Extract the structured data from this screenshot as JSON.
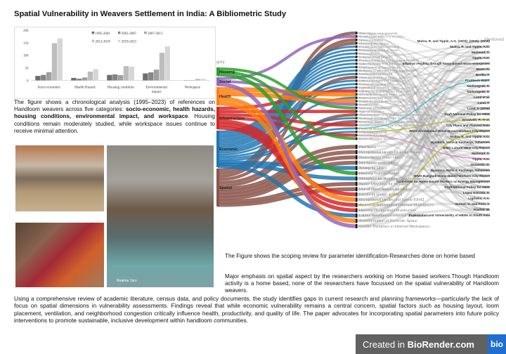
{
  "title": "Spatial Vulnerability in Weavers Settlement in India: A Bibliometric Study",
  "chart_data": {
    "type": "bar",
    "title": "",
    "categories": [
      "Socio economic",
      "Health Hazard",
      "Housing condition",
      "Environmental impact",
      "Workspace"
    ],
    "series": [
      {
        "name": "1995-2001",
        "color": "#6e6e6e",
        "values": [
          18,
          10,
          22,
          28,
          0
        ]
      },
      {
        "name": "2001-2007",
        "color": "#868686",
        "values": [
          22,
          7,
          24,
          32,
          1
        ]
      },
      {
        "name": "2007-2013",
        "color": "#a0a0a0",
        "values": [
          33,
          12,
          21,
          43,
          1
        ]
      },
      {
        "name": "2013-2019",
        "color": "#bdbdbd",
        "values": [
          148,
          35,
          57,
          110,
          6
        ]
      },
      {
        "name": "2019-2023",
        "color": "#d6d6d6",
        "values": [
          167,
          45,
          55,
          135,
          6
        ]
      }
    ],
    "ylim": [
      0,
      200
    ],
    "yticks": [
      "0",
      "50",
      "100",
      "150",
      "200"
    ],
    "legend": "top-right"
  },
  "caption1_prefix": "The figure shows a chronological analysis (1995–2023) of references on Handloom weavers across five categories: ",
  "caption1_bold": "socio-economic, health hazards, housing conditions, environmental impact, and workspace",
  "caption1_suffix": ". Housing conditions remain moderately studied, while workspace issues continue to receive minimal attention.",
  "photo_overlay": "Realme 7pro",
  "sankey": {
    "left_header": "gory",
    "right_header": "Mentioned",
    "colors": {
      "Housing": "#2ca02c",
      "Social": "#9467bd",
      "Health": "#ff7f0e",
      "Infrastructure": "#d62728",
      "Economic": "#1f77b4",
      "Spatial": "#8c564b"
    },
    "categories": [
      "Housing",
      "Social",
      "Health",
      "Infrastructure",
      "Economic",
      "Spatial"
    ],
    "nodes": [
      {
        "label": "Time-Space Arrangements",
        "cat": "Spatial"
      },
      {
        "label": "Social Class Influence on HBEs",
        "cat": "Social"
      },
      {
        "label": "Space Crowding",
        "cat": "Spatial"
      },
      {
        "label": "Net Domestic Space",
        "cat": "Spatial"
      },
      {
        "label": "Income from Subcontracting",
        "cat": "Economic"
      },
      {
        "label": "Professional Work at Home",
        "cat": "Economic"
      },
      {
        "label": "Home Offices",
        "cat": "Economic"
      },
      {
        "label": "Contract Employment",
        "cat": "Economic"
      },
      {
        "label": "Product Range for Home-Based Retailing",
        "cat": "Economic"
      },
      {
        "label": "Sales Revenue from Informal Retail",
        "cat": "Economic"
      },
      {
        "label": "Employment in Spaza Shops",
        "cat": "Economic"
      },
      {
        "label": "Business Challenges in Informal Retail",
        "cat": "Economic"
      },
      {
        "label": "Livelihoods Framework",
        "cat": "Economic"
      },
      {
        "label": "Asset Dimension of Space",
        "cat": "Spatial"
      },
      {
        "label": "Multi-Level Nature of Livelihoods",
        "cat": "Economic"
      },
      {
        "label": "Household Income Sources",
        "cat": "Economic"
      },
      {
        "label": "Agricultural Activities",
        "cat": "Economic"
      },
      {
        "label": "Lighting for Home-Based Workers",
        "cat": "Infrastructure"
      },
      {
        "label": "Occupational Health Risks",
        "cat": "Health"
      },
      {
        "label": "Hours of Primary Work",
        "cat": "Economic"
      },
      {
        "label": "Health Problems due to Work",
        "cat": "Health"
      },
      {
        "label": "Social Group",
        "cat": "Social"
      },
      {
        "label": "Structure of Household",
        "cat": "Housing"
      },
      {
        "label": "Type of Transition",
        "cat": "Infrastructure"
      },
      {
        "label": "Transformation of Spatial Settings in Rural Housing",
        "cat": "Spatial"
      },
      {
        "label": "Seasonal Variation in HBE Activities",
        "cat": "Economic"
      },
      {
        "label": "Economic Impact of Rural HBEs on Housing",
        "cat": "Spatial"
      },
      {
        "label": "Access to Resources for Housing Households",
        "cat": "Infrastructure"
      },
      {
        "label": "Financial Inclusion",
        "cat": "Economic"
      },
      {
        "label": "Adaptation Strategy",
        "cat": "Economic"
      },
      {
        "label": "Access to Electricity",
        "cat": "Infrastructure"
      },
      {
        "label": "Room Allocation for HBEs",
        "cat": "Housing"
      },
      {
        "label": "Plot Sizes",
        "cat": "Spatial"
      },
      {
        "label": "Occupational Health Risks for Women",
        "cat": "Spatial"
      },
      {
        "label": "Gross Space under HBEs",
        "cat": "Spatial"
      },
      {
        "label": "Net Space under HBEs",
        "cat": "Spatial"
      },
      {
        "label": "Timing for HBEs",
        "cat": "Economic"
      },
      {
        "label": "Housing Transformation",
        "cat": "Housing"
      },
      {
        "label": "Workplace for Retailing (Spaza shops)",
        "cat": "Economic"
      },
      {
        "label": "Space Utilization for Retailing",
        "cat": "Spatial"
      },
      {
        "label": "Use of Open Spaces for HBEs",
        "cat": "Spatial"
      },
      {
        "label": "Electricity Usage in HBEs",
        "cat": "Infrastructure"
      },
      {
        "label": "Occupational Health and Safety (OHS)",
        "cat": "Health"
      },
      {
        "label": "Access to Sanitation in Informal Workspaces",
        "cat": "Infrastructure"
      },
      {
        "label": "Housing Design and Infrastructure",
        "cat": "Infrastructure"
      },
      {
        "label": "Labour Relations in Informal Workspaces",
        "cat": "Economic"
      },
      {
        "label": "Transformation of Domestic Space",
        "cat": "Health"
      },
      {
        "label": "Gender Dynamics in Informal Workspaces",
        "cat": "Social"
      }
    ],
    "sources": [
      "Maitra, R. and Tipple, A.G. (2003); (2005); (2016)",
      "Maitra, R. and Tipple, A.G.",
      "Mahmud, S.",
      "Tipple, A.G.",
      "Informal retailing through home-based micro-enterprises",
      "Moos, G.",
      "Berilla, F.",
      "Protibesh BUET",
      "Narkongrab, S.",
      "Narkongrab, S.",
      "Lund et al.",
      "Lund, F.",
      "Lund, F. (2016)",
      "Draft National Policy for HBW",
      "Emawatti, R. et al.",
      "City Plans and Planned Data",
      "IEMS-Ahmedabad-Home-Based Workers-City-Report",
      "Maitra, R. and Tipple, A.G.",
      "Nyamora, Hutia & Kachenje, Yohannes",
      "IEMS-Lahore-HBW City-Report",
      "Mahmud, S.",
      "Tipple, A.G.",
      "Osnowitz, D.",
      "Nyamora, Hutia & Kachenje, Yohannes",
      "IEMS-Bangkok-Home-Based Workers-City-Report",
      "Guidelines for Home-Based Workers on Energy Management",
      "Draft National Policy for HBW",
      "Lopez Estrada, S.",
      "Ligthelm, A.A.",
      "Verrest, H. and Post, J.",
      "Rashid, M.",
      "Exploitation and Vulnerability of HBWs in South Asia"
    ]
  },
  "caption2": "The Figure shows the scoping review for parameter identification-Researches done on home based",
  "caption3": "Major emphasis on spatial aspect by the researchers working on Home based workers.Though Handloom activity is a home based, none of the researchers have focussed on the spatial vulnerability of Handloom weavers.",
  "body": "Using a comprehensive review of academic literature, census data, and policy documents, the study identifies gaps in current research and planning frameworks—particularly the lack of focus on spatial dimensions in vulnerability assessments. Findings reveal that while economic vulnerability remains a central concern, spatial factors such as housing layout, loom placement, ventilation, and neighborhood congestion critically influence health, productivity, and quality of life. The paper advocates for incorporating spatial parameters into future policy interventions to promote sustainable, inclusive development within handloom communities.",
  "badge": {
    "prefix": "Created in ",
    "brand": "BioRender.com",
    "logo": "bio"
  }
}
